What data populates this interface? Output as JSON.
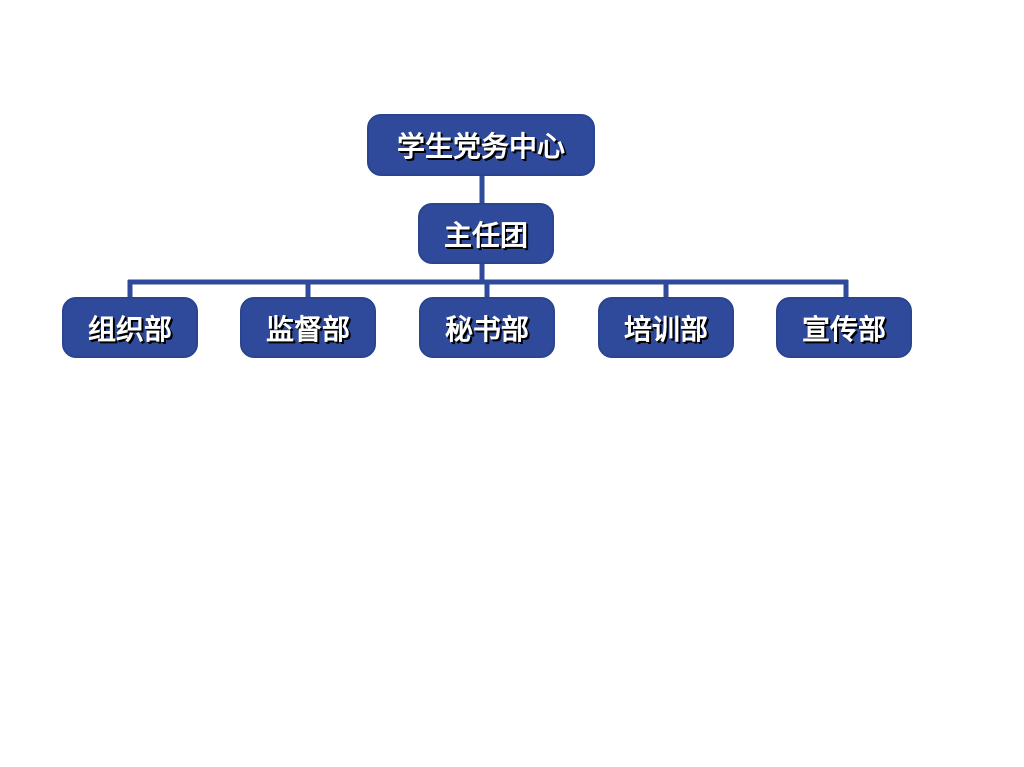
{
  "org_chart": {
    "root": {
      "label": "学生党务中心"
    },
    "director": {
      "label": "主任团"
    },
    "departments": [
      {
        "label": "组织部"
      },
      {
        "label": "监督部"
      },
      {
        "label": "秘书部"
      },
      {
        "label": "培训部"
      },
      {
        "label": "宣传部"
      }
    ]
  },
  "colors": {
    "node_fill": "#2f4a9a",
    "connector": "#2f4a9a",
    "text": "#ffffff",
    "text_shadow": "#000000",
    "background": "#ffffff"
  }
}
